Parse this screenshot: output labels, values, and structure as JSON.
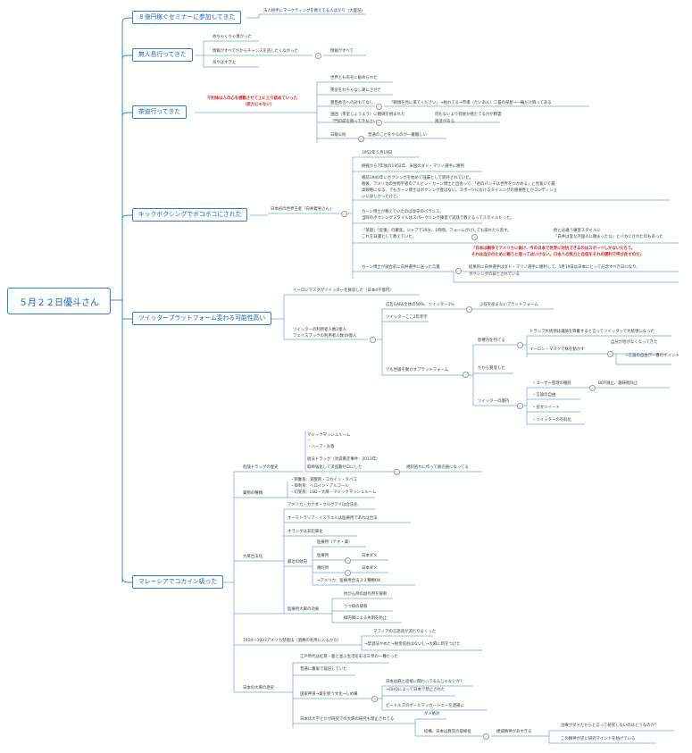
{
  "root": "５月２２日優斗さん",
  "branches": {
    "seminar": "８億円稼ぐセミナーに参加してきた",
    "trip": "無人島行ってきた",
    "tea": "茶道行ってきた",
    "kick": "キックボクシングでボコボコにされた",
    "twitter": "ツイッタープラットフォーム変わる可能性高い",
    "malaysia": "マレーシアでコカイン吸った"
  },
  "seminar": {
    "n1": "法人相手にマーケティングを教えてる人ばかり（大盛況）"
  },
  "trip": {
    "n1": "めちゃくちゃ臭かった",
    "n2": "情報がすべてだからチャンスを逃したくなかった",
    "n2a": "情報がすべて",
    "n3": "海やばすぎた"
  },
  "tea": {
    "red1": "千利休は人の心を感動させて上に上り詰めていった",
    "red2": "（武力じゃない）",
    "n1": "世界とも有名に勧められた",
    "n2": "茶室をわちゃなし楽にさせた",
    "n3": "豊臣秀吉への対もてなし",
    "n3a": "「朝顔を見に来てください」→枯れてる→市場（たいあん）二畳の部屋→一輪だけ飾ってある",
    "n4": "誰囲（茶室じょうよう）に精微を極まれた",
    "n4b": "「門の前を飾ってきなさい」",
    "n4a": "何もないより何故か揺たてる力が精霊",
    "n4c": "風流がある",
    "n5": "日報公則",
    "n5a": "普通のことをやるのが一番難しい"
  },
  "kick": {
    "l1": "日本初の世界王者「白井義男さん」",
    "n1": "1952年５月19日",
    "n2": "終戦から7年後の1952年、米国のダド・マリノ選手に勝利",
    "n3a": "戦前1940年にボクシングを始めて強豪として期待されていた。",
    "n3b": "戦後、アメリカの生物学者のアルビン・カーン博士と出会って、「君のパンチは世界をつかめる」と見抜いて最",
    "n3c": "高戦略になる。でもカーン博士はボクシング歴はない。スポーツにおけるタイミングの重要性とかコンディショ",
    "n3d": "ンに詳しかったけど。",
    "n4a": "カーン博士が教えていたのは攻守のバランス。",
    "n4b": "当時のボクシングスタイルはスパークリング練習で実践で教えるってスタイルだった。",
    "n5a": "「基礎」「反復」の徹底。ジャブで30分、1時間。フォームがけしても崩れたら直す。",
    "n5b": "これを日課として教えていた。",
    "n5c": "他とは違う練習スタイルに",
    "n5d": "「白井は変な外国人に頼まったな」とバカにされたのもあった",
    "red1": "「日本は戦争でアメリカに負け、今の日本で世界に対抗できるのはスポーツしかないだろう。",
    "red2": "それは自分のために戦うと思ってはいけない。日本人の気力と自信をそれの勝利で呼び戻すのだ」",
    "n6": "カーン博士が試合前に白井選手に送った言葉",
    "n6a": "結果的に白井選手はダド・マリノ選手に勝利して、5月19日は日本にとって記念すべき日になり、",
    "n6b": "ボクシングの日とされている"
  },
  "twitter": {
    "n1": "イーロンマスクがツイッターを買収した（日本4千億円）",
    "n2a": "ツイッターの利用者人数2億人",
    "n2b": "フェイスブックの利用者人数19億人",
    "n2c": "広告GAFA全体の50%、ツイッター1%",
    "n2d": "ぶ収を産まないプラットフォーム",
    "n2e": "ツイッターここ2年赤字",
    "n3": "でも世論を動かすプラットフォーム",
    "n4": "影響力を持てる",
    "n4a": "トランプ大統領は議論を興奮すると言ってツイッターで大統領になった",
    "n4b": "イーロン・マスクで株を動かす",
    "n4c": "自分が他がなくなってきた",
    "n4d": "→言論の自由が一番のポイント",
    "n5": "だから買収した",
    "n6": "ツイッターの護持",
    "n6a": "・ユーザー管理の徹底",
    "n6b": "BOT廃止、趣味削除止",
    "n6c": "・言論の自由",
    "n6d": "・長文ツイート",
    "n6e": "・ツイッターの有料化"
  },
  "malaysia": {
    "m1": "マジックマッシュルーム",
    "m2": "・",
    "m3": "・ハーブ・お香",
    "m4": "脱法ドラッグ（池袋暴走事件：2011年）",
    "m5": "危険ドラッグの歴史",
    "m5a": "取締強化して流品難ゼロにした",
    "m5b": "規制逃れに作って販売員になってる",
    "d1": "薬物の種類",
    "d1a": "・興奮系：覚醒剤・コカイン・タバコ",
    "d1b": "・抑制系：ヘロイン・アルコール",
    "d1c": "・幻覚系：LSD・大麻・マジックマッシュルーム",
    "c0": "大麻合法化",
    "c1": "アメリカ・カナダ・ウルグアイは合法化",
    "c2": "オーストラリア・イスラエルは医療用であれば合法",
    "c3": "オランダは非犯罪化",
    "c4": "最近の傾向",
    "c4a": "医療用（テオ・薬）",
    "c4b": "医療用",
    "c4b2": "日本ダメ",
    "c4c": "嗜好用",
    "c4c2": "日本ダメ",
    "c4d": "→アメリカ：医療用合法３３種類OK",
    "c5": "医療用大麻の効果",
    "c5a": "抗がん剤の副作用を緩和",
    "c5b": "うつ病の緩和",
    "c5c": "緑内障による失明を防止",
    "p1": "1920〜1933アメリカ禁酒法（酒類の利用に入るから）",
    "p1a": "マフィアの言語道が流行りまくった",
    "p1b": "→禁酒法やめた→税金収益はないし→大麻に目をつけた",
    "h0": "日本の大麻の歴史",
    "h1": "江戸時代は紅目・藍と並ぶ生活を彩る三草の一種だった",
    "h2": "普通に農家で栽培していた",
    "h3": "国家神道→薬を使う文化→しめ縄",
    "h3a": "日本は麻と密接に関わってるんじゃないか？",
    "h3b": "→GHQによって日本で禁止された",
    "h3c": "ビートルズのポールマッカートニーを逮捕に",
    "h4": "日本は大学とかが研究での大麻の研究も禁止されてる",
    "h4a": "ダメ絶対",
    "h5": "結構、日本は異常の取締役",
    "h5a": "撲滅精神があすぎる",
    "h5b": "治療がダメだからと言って研究しないのはどうなのか？",
    "h5c": "この精神が逆に研究マインドを妨げている"
  }
}
